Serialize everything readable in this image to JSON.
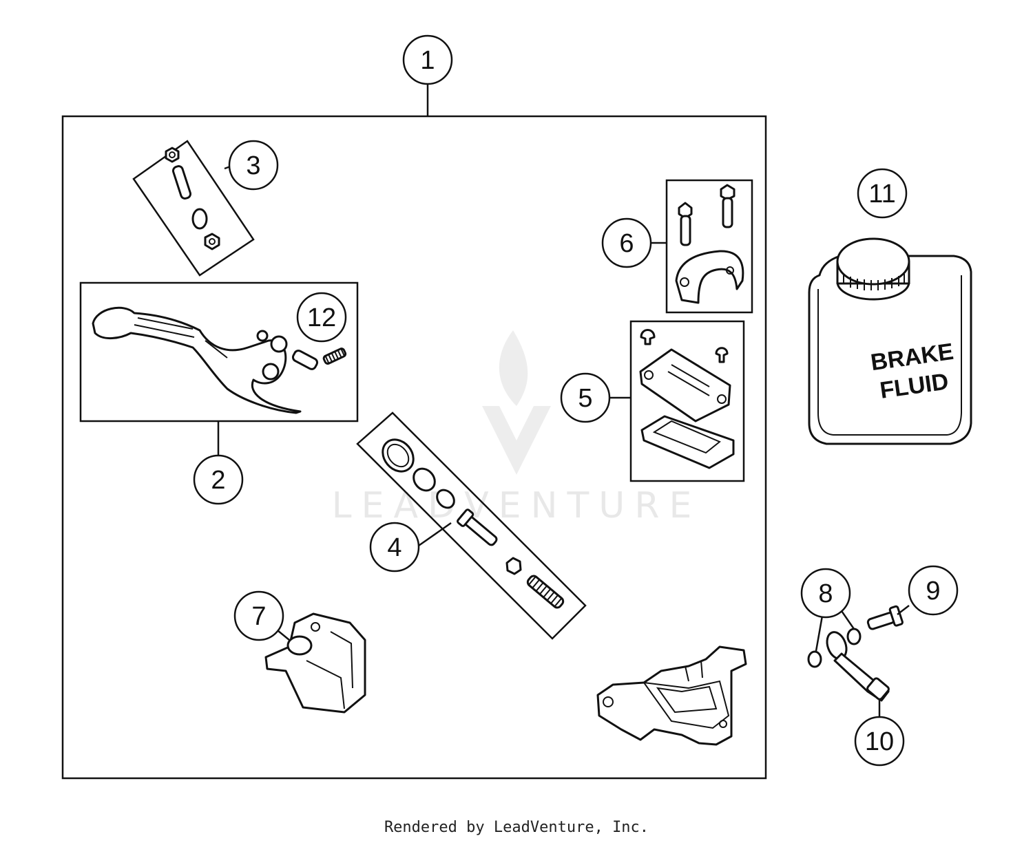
{
  "callouts": {
    "c1": "1",
    "c2": "2",
    "c3": "3",
    "c4": "4",
    "c5": "5",
    "c6": "6",
    "c7": "7",
    "c8": "8",
    "c9": "9",
    "c10": "10",
    "c11": "11",
    "c12": "12"
  },
  "bottle_label": {
    "line1": "BRAKE",
    "line2": "FLUID"
  },
  "watermark": "LEADVENTURE",
  "footer": "Rendered by LeadVenture, Inc."
}
